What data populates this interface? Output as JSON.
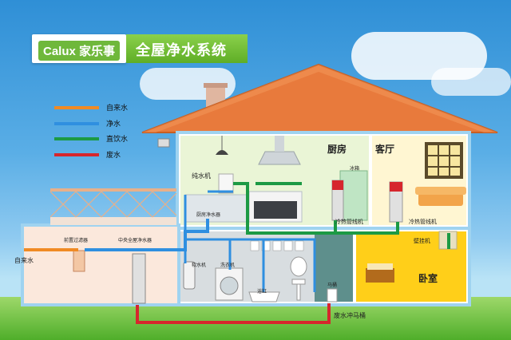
{
  "brand": {
    "logo_text": "Calux 家乐事",
    "title": "全屋净水系统"
  },
  "legend": [
    {
      "label": "自来水",
      "color": "#f08a24"
    },
    {
      "label": "净水",
      "color": "#2f8fe0"
    },
    {
      "label": "直饮水",
      "color": "#1c9a44"
    },
    {
      "label": "废水",
      "color": "#d6262d"
    }
  ],
  "labels": {
    "kitchen": "厨房",
    "living_room": "客厅",
    "bedroom": "卧室",
    "pure_water_machine": "纯水机",
    "kitchen_sink_purifier": "厨房净水器",
    "ice_box": "冰箱",
    "cold_hot_pipeline_kitchen": "冷热管线机",
    "cold_hot_pipeline_living": "冷热管线机",
    "wall_mount": "壁挂机",
    "softener": "软水机",
    "washer": "洗衣机",
    "bathtub": "浴缸",
    "toilet": "马桶",
    "pre_filter": "前置过滤器",
    "central_purifier": "中央全屋净水器",
    "tap_water": "自来水",
    "waste_flush": "废水冲马桶"
  },
  "colors": {
    "roof": "#e87a3c",
    "wall": "#ffffff",
    "grass": "#6cc23a"
  }
}
